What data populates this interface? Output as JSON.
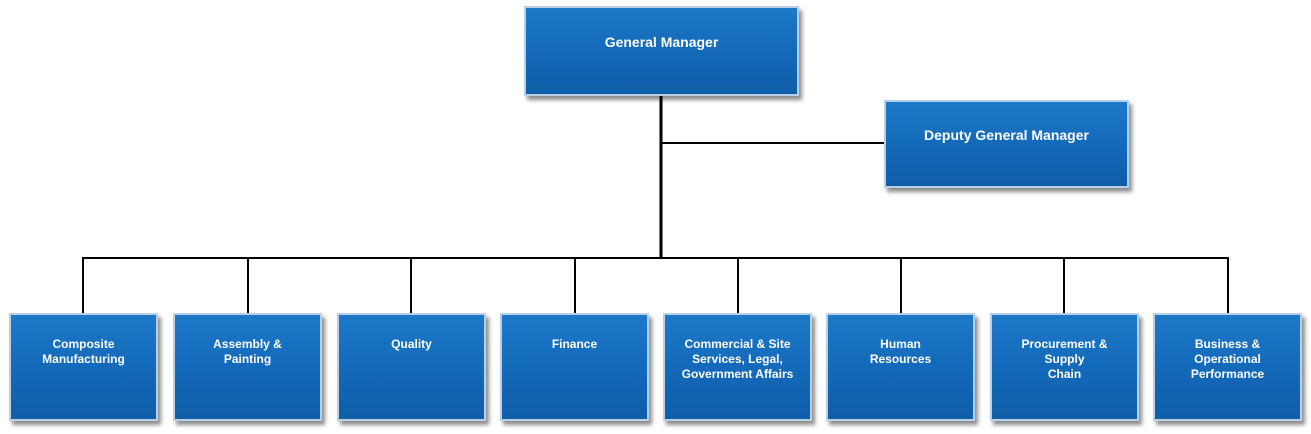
{
  "general_manager": {
    "label": "General Manager"
  },
  "deputy_general_manager": {
    "label": "Deputy General Manager"
  },
  "departments": [
    {
      "label": "Composite\nManufacturing"
    },
    {
      "label": "Assembly &\nPainting"
    },
    {
      "label": "Quality"
    },
    {
      "label": "Finance"
    },
    {
      "label": "Commercial & Site\nServices, Legal,\nGovernment Affairs"
    },
    {
      "label": "Human\nResources"
    },
    {
      "label": "Procurement &\nSupply\nChain"
    },
    {
      "label": "Business &\nOperational\nPerformance"
    }
  ],
  "colors": {
    "box_fill": "#1368b8",
    "box_border": "#b9cfe6",
    "connector": "#000000",
    "text": "#ffffff"
  }
}
